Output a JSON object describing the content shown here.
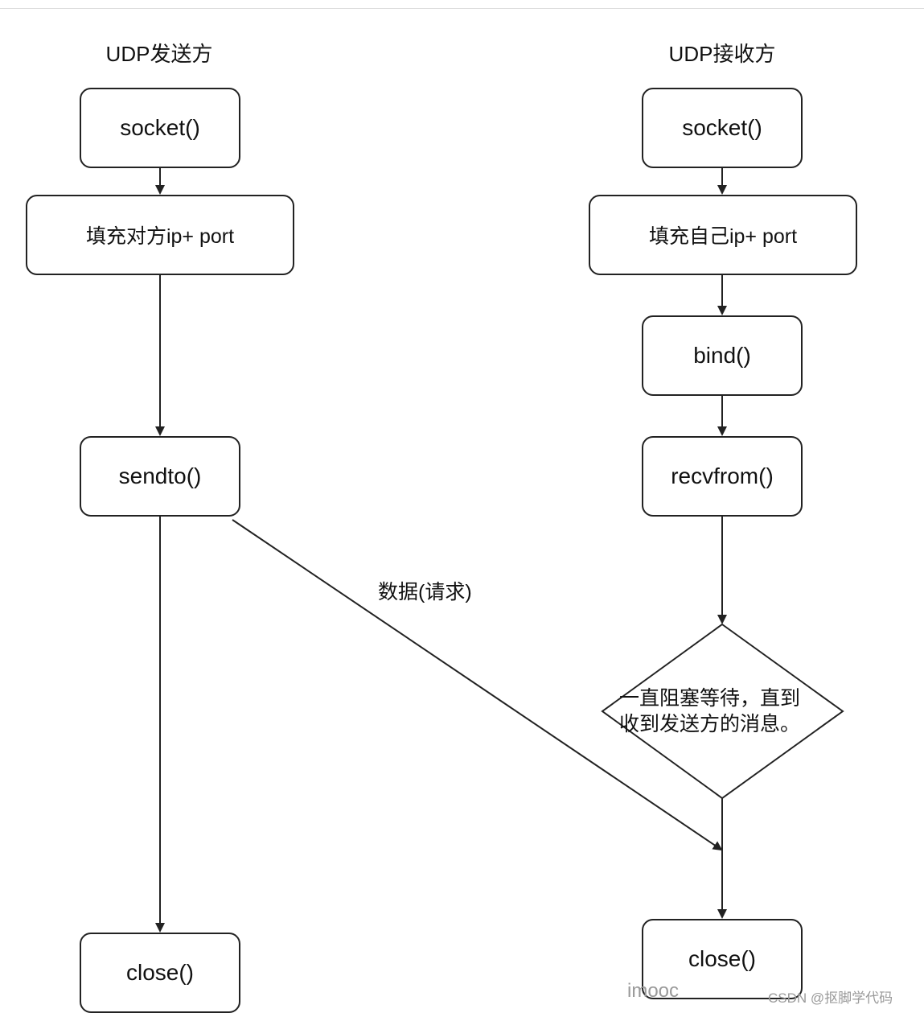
{
  "sender": {
    "title": "UDP发送方",
    "steps": {
      "socket": "socket()",
      "fill": "填充对方ip+ port",
      "sendto": "sendto()",
      "close": "close()"
    }
  },
  "receiver": {
    "title": "UDP接收方",
    "steps": {
      "socket": "socket()",
      "fill": "填充自己ip+ port",
      "bind": "bind()",
      "recvfrom": "recvfrom()",
      "decision_line1": "一直阻塞等待，直到",
      "decision_line2": "收到发送方的消息。",
      "close": "close()"
    }
  },
  "edges": {
    "data_request": "数据(请求)"
  },
  "watermarks": {
    "imooc": "imooc",
    "csdn": "CSDN @抠脚学代码"
  },
  "colors": {
    "stroke": "#222222",
    "background": "#ffffff",
    "watermark": "#9a9a9a"
  }
}
